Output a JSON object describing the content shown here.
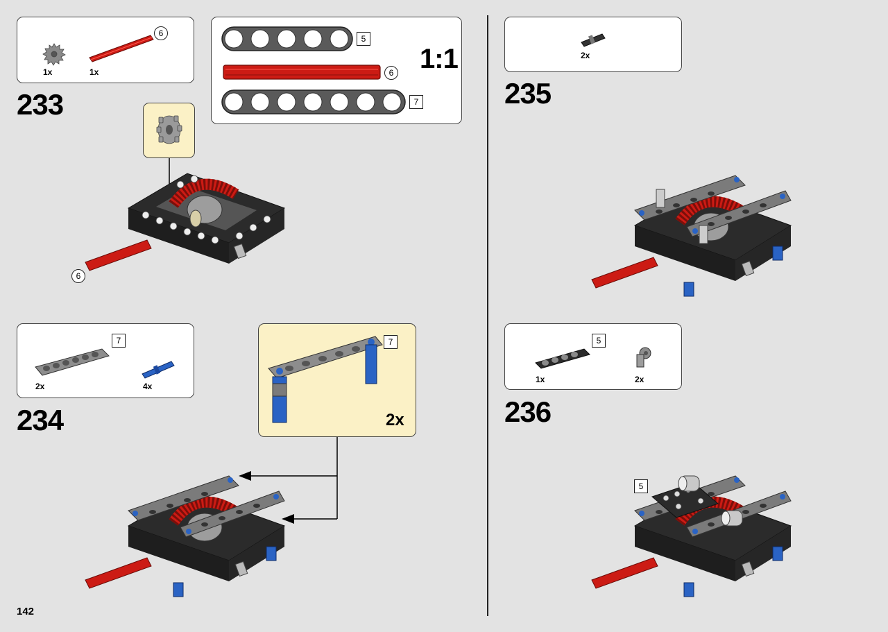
{
  "page_number": "142",
  "scale_label": "1:1",
  "scale_ruler": {
    "beam5_length": "5",
    "axle_length": "6",
    "beam7_length": "7"
  },
  "steps": [
    {
      "number": "233",
      "parts": [
        {
          "icon": "gear-icon",
          "qty": "1x"
        },
        {
          "icon": "red-axle-icon",
          "qty": "1x",
          "length": "6"
        }
      ],
      "callout_length": "6"
    },
    {
      "number": "234",
      "parts": [
        {
          "icon": "grey-beam-7-icon",
          "qty": "2x",
          "length": "7"
        },
        {
          "icon": "blue-pin-icon",
          "qty": "4x"
        }
      ],
      "subassembly": {
        "length": "7",
        "multiplier": "2x"
      }
    },
    {
      "number": "235",
      "parts": [
        {
          "icon": "black-pin-icon",
          "qty": "2x"
        }
      ]
    },
    {
      "number": "236",
      "parts": [
        {
          "icon": "black-beam-5-icon",
          "qty": "1x",
          "length": "5"
        },
        {
          "icon": "grey-connector-icon",
          "qty": "2x"
        }
      ],
      "callout_length": "5"
    }
  ],
  "colors": {
    "background": "#e3e3e3",
    "frame_dark": "#2b2b2b",
    "frame_grey": "#8d8d8d",
    "axle_red": "#cc1b14",
    "pin_blue": "#2a63c4",
    "callout_yellow": "#fbf1c6"
  }
}
